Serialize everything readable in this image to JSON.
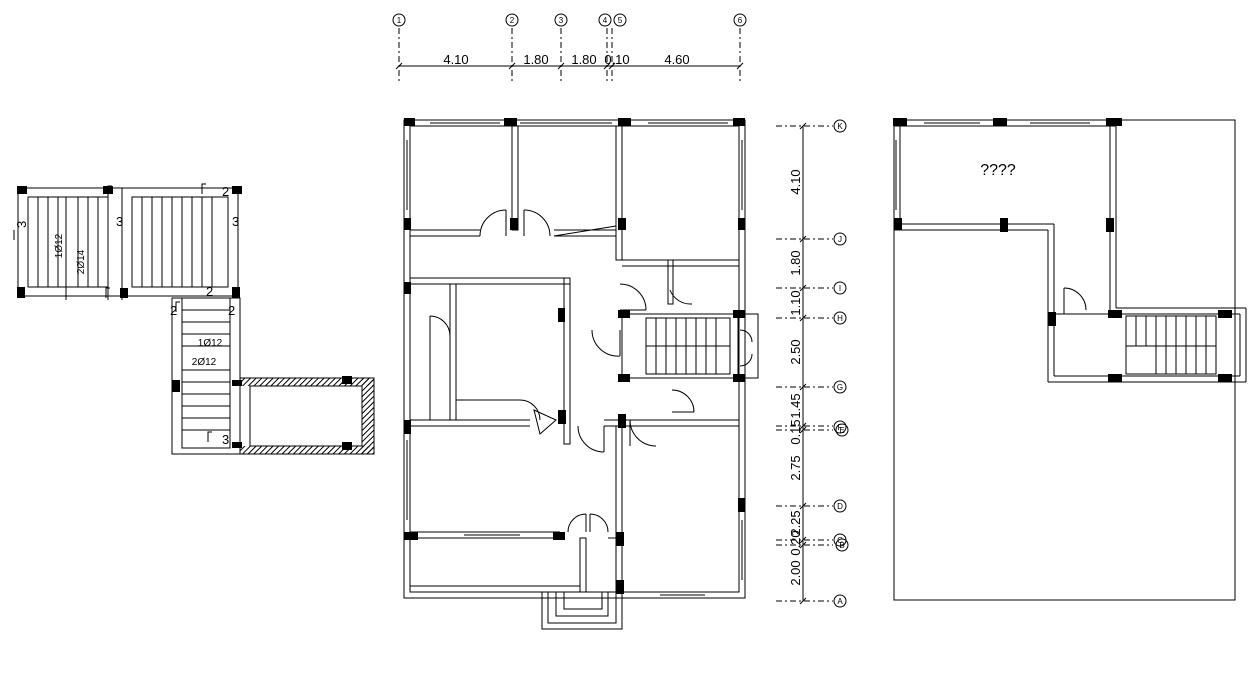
{
  "grid_top": {
    "bubbles": [
      "1",
      "2",
      "3",
      "4",
      "5",
      "6"
    ],
    "dims": [
      "4.10",
      "1.80",
      "1.80",
      "0.10",
      "4.60"
    ]
  },
  "grid_right": {
    "bubbles": [
      "K",
      "J",
      "I",
      "H",
      "G",
      "F",
      "E",
      "D",
      "C",
      "B",
      "A"
    ],
    "dims": [
      "4.10",
      "1.80",
      "1.10",
      "2.50",
      "1.45",
      "0.15",
      "2.75",
      "2.25",
      "0.20",
      "2.00"
    ]
  },
  "stair_detail": {
    "section_marks": [
      "2",
      "3",
      "3",
      "3",
      "2",
      "2",
      "2",
      "3"
    ],
    "rebar_labels": [
      "1Ø12",
      "2Ø14",
      "1Ø12",
      "2Ø12"
    ]
  },
  "roof_plan": {
    "room_label": "????"
  },
  "colors": {
    "ink": "#000000",
    "paper": "#ffffff"
  }
}
